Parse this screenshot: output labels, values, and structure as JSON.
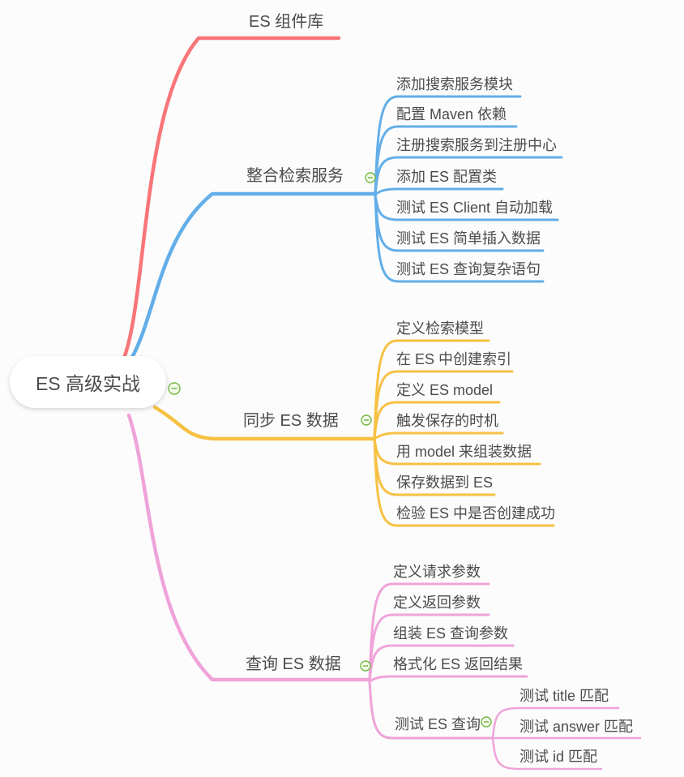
{
  "root": {
    "label": "ES 高级实战"
  },
  "branches": [
    {
      "label": "ES 组件库",
      "children": []
    },
    {
      "label": "整合检索服务",
      "children": [
        "添加搜索服务模块",
        "配置 Maven 依赖",
        "注册搜索服务到注册中心",
        "添加 ES 配置类",
        "测试 ES Client 自动加载",
        "测试 ES 简单插入数据",
        "测试 ES 查询复杂语句"
      ]
    },
    {
      "label": "同步 ES 数据",
      "children": [
        "定义检索模型",
        "在 ES 中创建索引",
        "定义 ES model",
        "触发保存的时机",
        "用 model 来组装数据",
        "保存数据到 ES",
        "检验 ES 中是否创建成功"
      ]
    },
    {
      "label": "查询 ES 数据",
      "children": [
        "定义请求参数",
        "定义返回参数",
        "组装 ES 查询参数",
        "格式化 ES 返回结果"
      ],
      "sub": {
        "label": "测试 ES 查询",
        "children": [
          "测试 title 匹配",
          "测试 answer 匹配",
          "测试 id 匹配"
        ]
      }
    }
  ],
  "colors": {
    "branch_red": "#f87578",
    "branch_blue": "#62aee8",
    "branch_yellow": "#f6c143",
    "branch_pink": "#efa3d9",
    "collapse_green": "#74b843",
    "text": "#4b4b4b",
    "background": "#fcfcfc"
  }
}
